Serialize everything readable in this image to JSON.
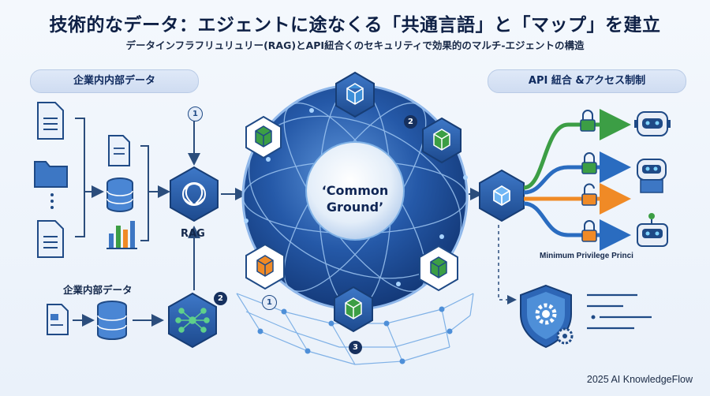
{
  "title": "技術的なデータ：エジェントに途なくる「共通言語」と「マップ」を建立",
  "subtitle": "データインフラフリュリュリー(RAG)とAPI紐合くのセキュリティで効果的のマルチ-エジェントの構造",
  "left_panel": {
    "header": "企業内内部データ"
  },
  "lower_left_label": "企業内部データ",
  "rag_label": "RAG",
  "sphere": {
    "line1": "‘Common",
    "line2": "Ground’"
  },
  "right_panel": {
    "header": "API 紐合 &アクセス制制"
  },
  "privilege_label": "Minimum Privilege Princi",
  "badges": {
    "one": "1",
    "two": "2",
    "three": "3"
  },
  "footer": "2025 AI KnowledgeFlow",
  "colors": {
    "navy": "#1f4a86",
    "blue": "#2d6bbd",
    "green": "#3f9a4c",
    "orange": "#e8852a",
    "teal": "#1ba3a0"
  }
}
